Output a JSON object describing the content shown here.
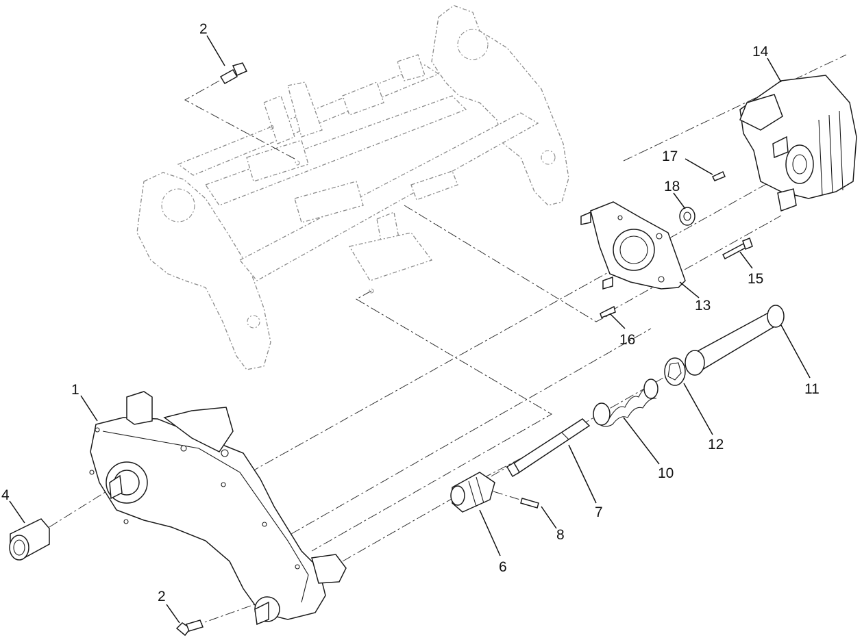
{
  "callouts": {
    "c1": "1",
    "c2a": "2",
    "c2b": "2",
    "c4": "4",
    "c6": "6",
    "c7": "7",
    "c8": "8",
    "c10": "10",
    "c11": "11",
    "c12": "12",
    "c13": "13",
    "c14": "14",
    "c15": "15",
    "c16": "16",
    "c17": "17",
    "c18": "18"
  }
}
